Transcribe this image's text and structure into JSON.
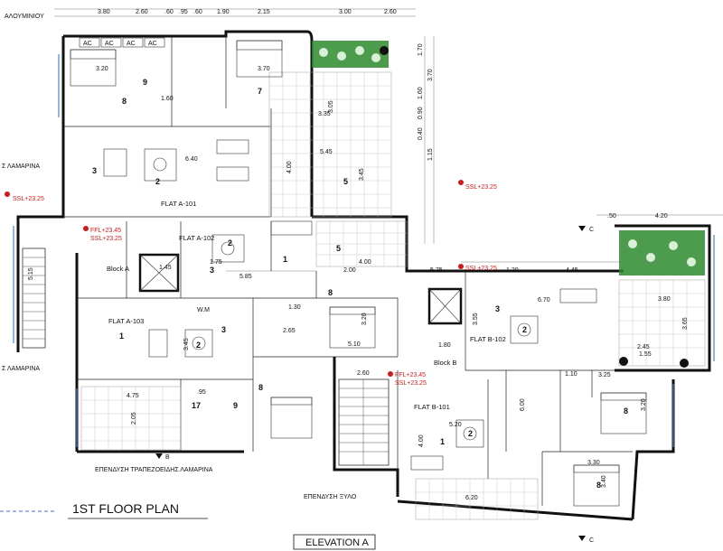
{
  "top_dimensions": [
    "3.80",
    "2.60",
    ".60",
    ".95",
    ".60",
    "1.90",
    "2.15",
    "3.00",
    "2.60"
  ],
  "right_dimensions": [
    "1.70",
    "3.70",
    "1.60",
    "0.90",
    "0.40",
    "1.15"
  ],
  "left_labels": {
    "top_street": "ΑΛΟΥΜΙΝΙΟΥ",
    "lamarina_1": "Σ ΛΑΜΑΡΙΝΑ",
    "lamarina_2": "Σ ΛΑΜΑΡΙΝΑ"
  },
  "flats": {
    "a101": "FLAT A-101",
    "a102": "FLAT A-102",
    "a103": "FLAT A-103",
    "b101": "FLAT B-101",
    "b102": "FLAT B-102"
  },
  "blocks": {
    "a": "Block A",
    "b": "Block B"
  },
  "levels": {
    "ssl_top_left": "SSL+23.25",
    "ssl_top_right": "SSL+23.25",
    "ffl_a": "FFL+23.45",
    "ssl_a": "SSL+23.25",
    "ssl_mid": "SSL+23.25",
    "ffl_b": "FFL+23.45",
    "ssl_b": "SSL+23.25"
  },
  "room_numbers": {
    "r8_top": "8",
    "r9_top": "9",
    "r7": "7",
    "r3_a101": "3",
    "r2_a101": "2",
    "r5_terrace": "5",
    "r5_mid": "5",
    "r2_a102": "2",
    "r1_a102": "1",
    "r3_a102": "3",
    "r8_mid": "8",
    "r1_a103": "1",
    "r2_a103": "2",
    "r3_a103": "3",
    "r17": "17",
    "r9_lower": "9",
    "r8_lower": "8",
    "r3_b102": "3",
    "r2_b102": "2",
    "r1_b101": "1",
    "r2_b101": "2",
    "r8_right": "8",
    "r8_bottom": "8"
  },
  "room_dimensions": {
    "d320_top": "3.20",
    "d370": "3.70",
    "d305": "3.05",
    "d335": "3.35",
    "d545": "5.45",
    "d400_a": "4.00",
    "d345": "3.45",
    "d640": "6.40",
    "d585": "5.85",
    "d400_b": "4.00",
    "d200": "2.00",
    "d575": "5.75",
    "d120": "1.20",
    "d445": "4.45",
    "d670": "6.70",
    "d380": "3.80",
    "d420": "4.20",
    "d050": ".50",
    "d130": "1.30",
    "d265": "2.65",
    "d320_mid": "3.20",
    "d180": "1.80",
    "d260": "2.60",
    "d510": "5.10",
    "d245": "2.45",
    "d155": "1.55",
    "d325": "3.25",
    "d320_right": "3.20",
    "d475": "4.75",
    "d520": "5.20",
    "d400_c": "4.00",
    "d620": "6.20",
    "d330": "3.30",
    "d340": "3.40",
    "d515": "5.15",
    "d345_b": "3.45",
    "d355": "3.55",
    "d365": "3.65",
    "d110": "1.10",
    "d095": ".95",
    "d175": "1.75",
    "d145": "1.45",
    "d160": "1.60",
    "d205": "2.05",
    "d600": "6.00"
  },
  "annotations": {
    "steel_stairs": "ΕΠΕΝΔΥΣΗ ΤΡΑΠΕΖΟΕΙΔΗΣ ΛΑΜΑΡΙΝΑ",
    "wood_cladding": "ΕΠΕΝΔΥΣΗ ΞΥΛΟ",
    "ac": "AC",
    "wm": "W.M",
    "section_b": "B",
    "section_c": "C"
  },
  "plan_title": "1ST FLOOR PLAN",
  "elevation_label": "ELEVATION A",
  "colors": {
    "wall": "#111111",
    "level_marker": "#d21a1a",
    "planter": "#2e8b2e",
    "glazing": "#4a86c8"
  }
}
